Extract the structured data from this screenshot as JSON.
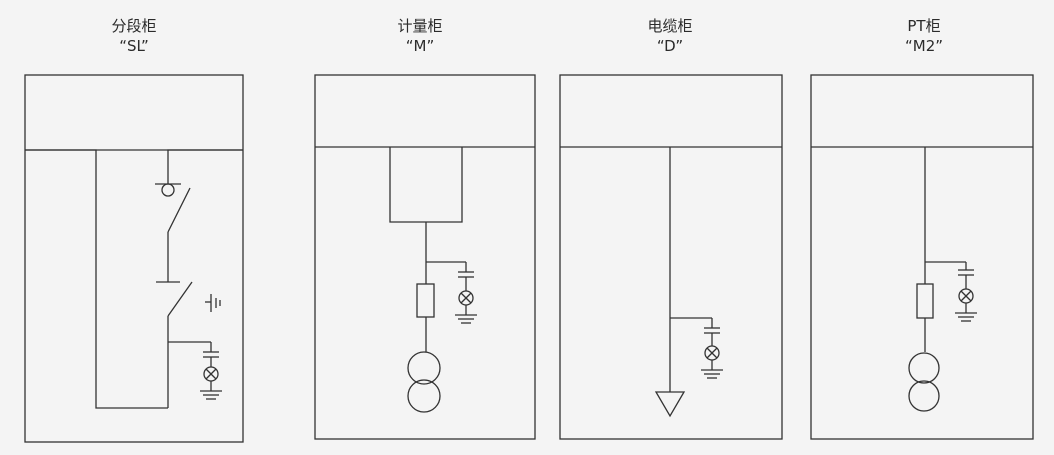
{
  "panels": [
    {
      "name": "分段柜",
      "code": "“SL”"
    },
    {
      "name": "计量柜",
      "code": "“M”"
    },
    {
      "name": "电缆柜",
      "code": "“D”"
    },
    {
      "name": "PT柜",
      "code": "“M2”"
    }
  ],
  "colors": {
    "background": "#f4f4f4",
    "line": "#333333",
    "text": "#2b2b2b"
  }
}
